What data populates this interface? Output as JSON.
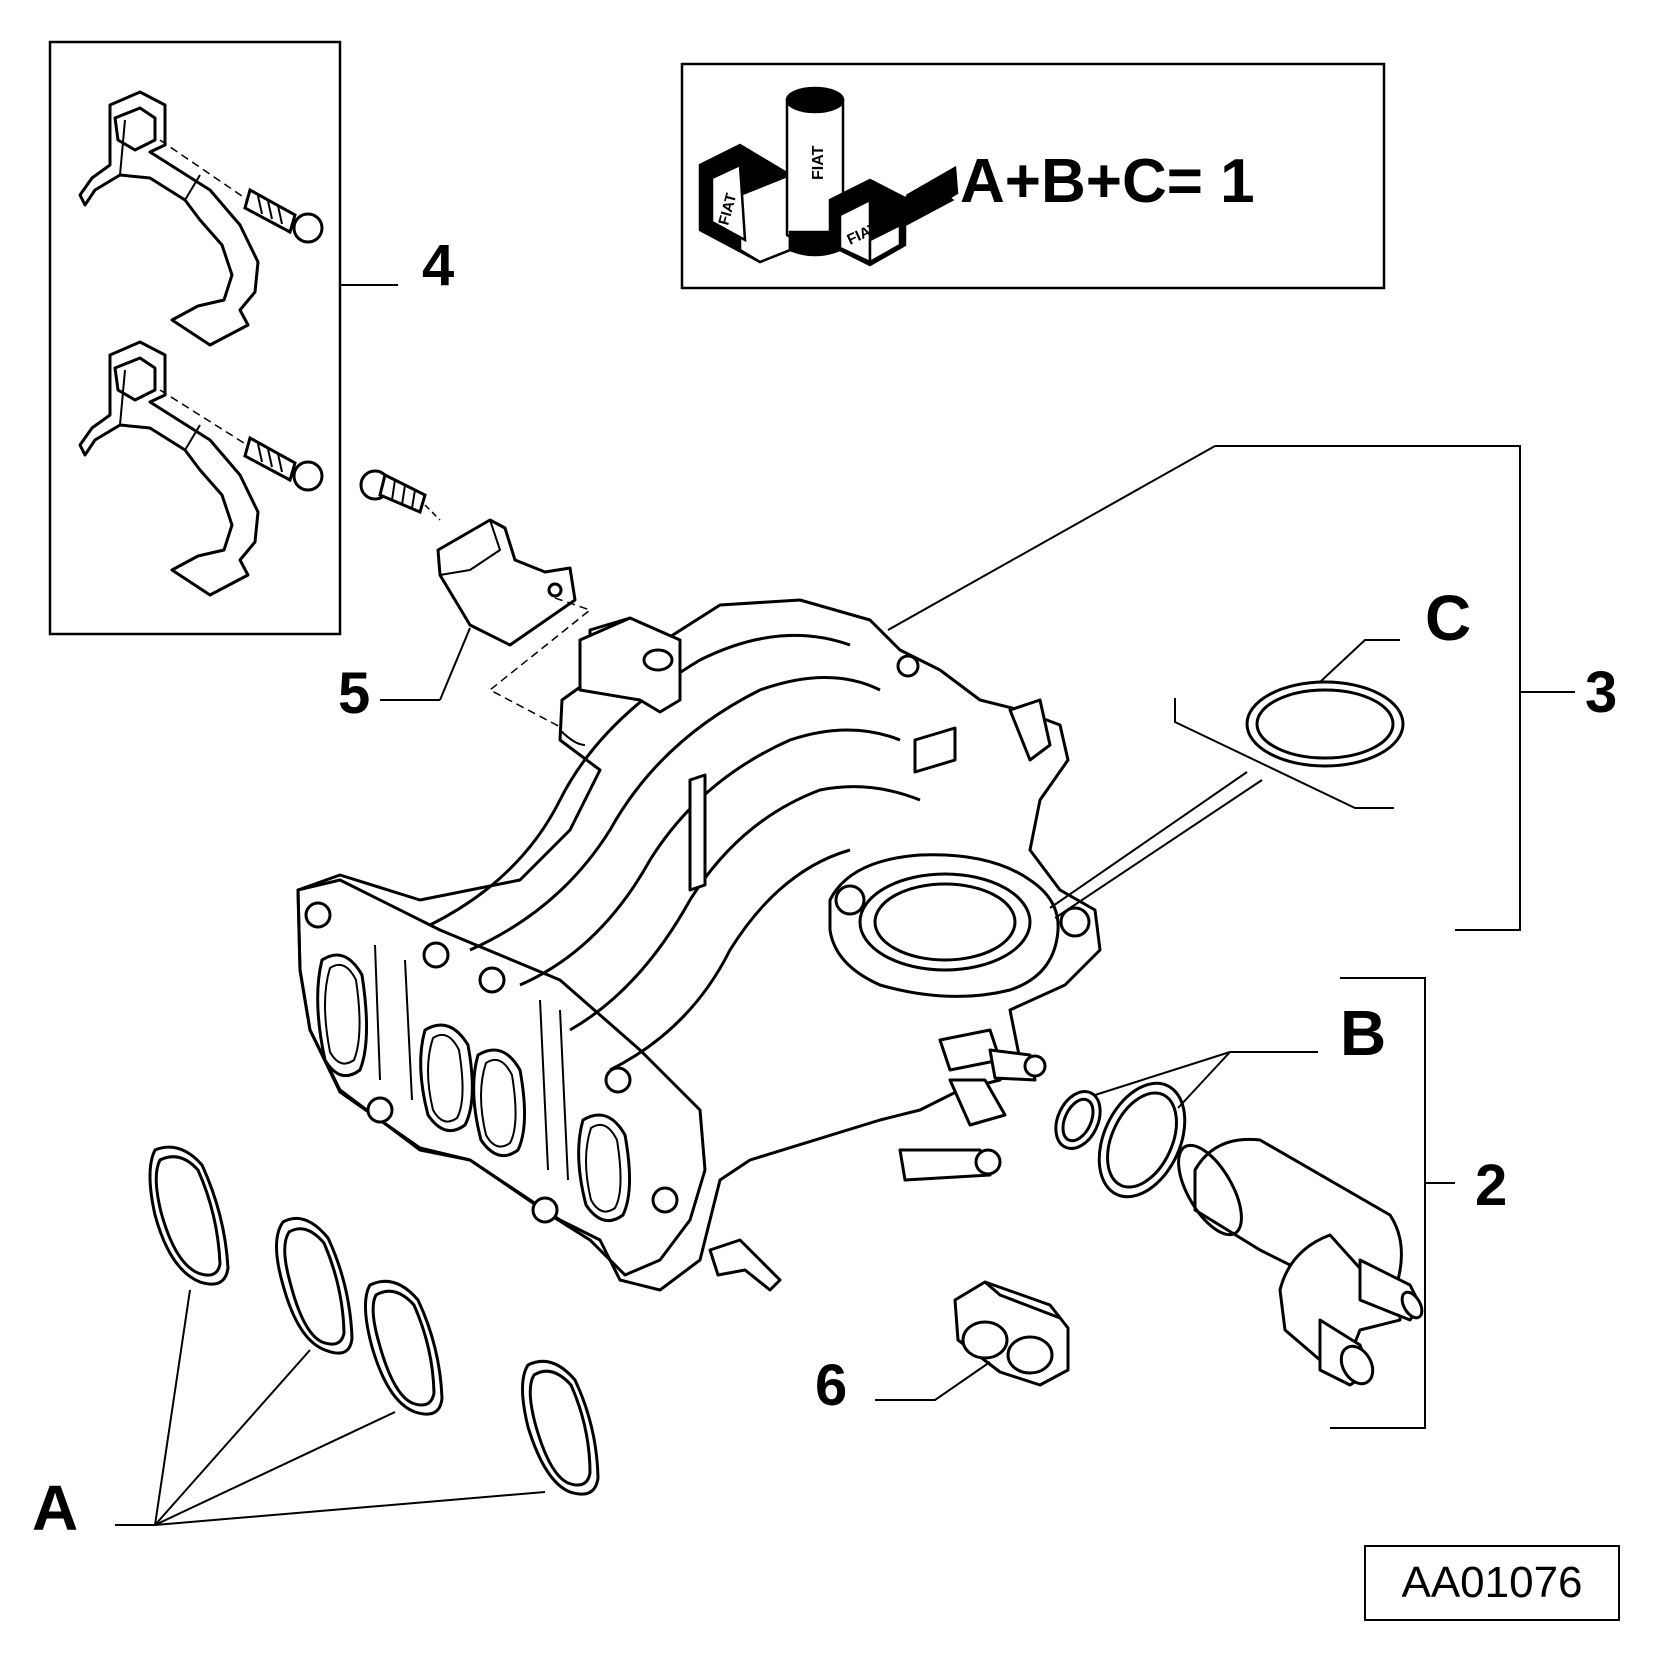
{
  "labels": {
    "part_1": "4",
    "part_2": "5",
    "part_3": "3",
    "part_4": "2",
    "part_5": "6",
    "letter_a": "A",
    "letter_b": "B",
    "letter_c": "C"
  },
  "kit_box": {
    "formula": "A+B+C= 1",
    "brand_marks": [
      "FIAT",
      "FIAT",
      "FIAT"
    ]
  },
  "reference_code": "AA01076",
  "colors": {
    "ink": "#000000",
    "paper": "#ffffff"
  }
}
